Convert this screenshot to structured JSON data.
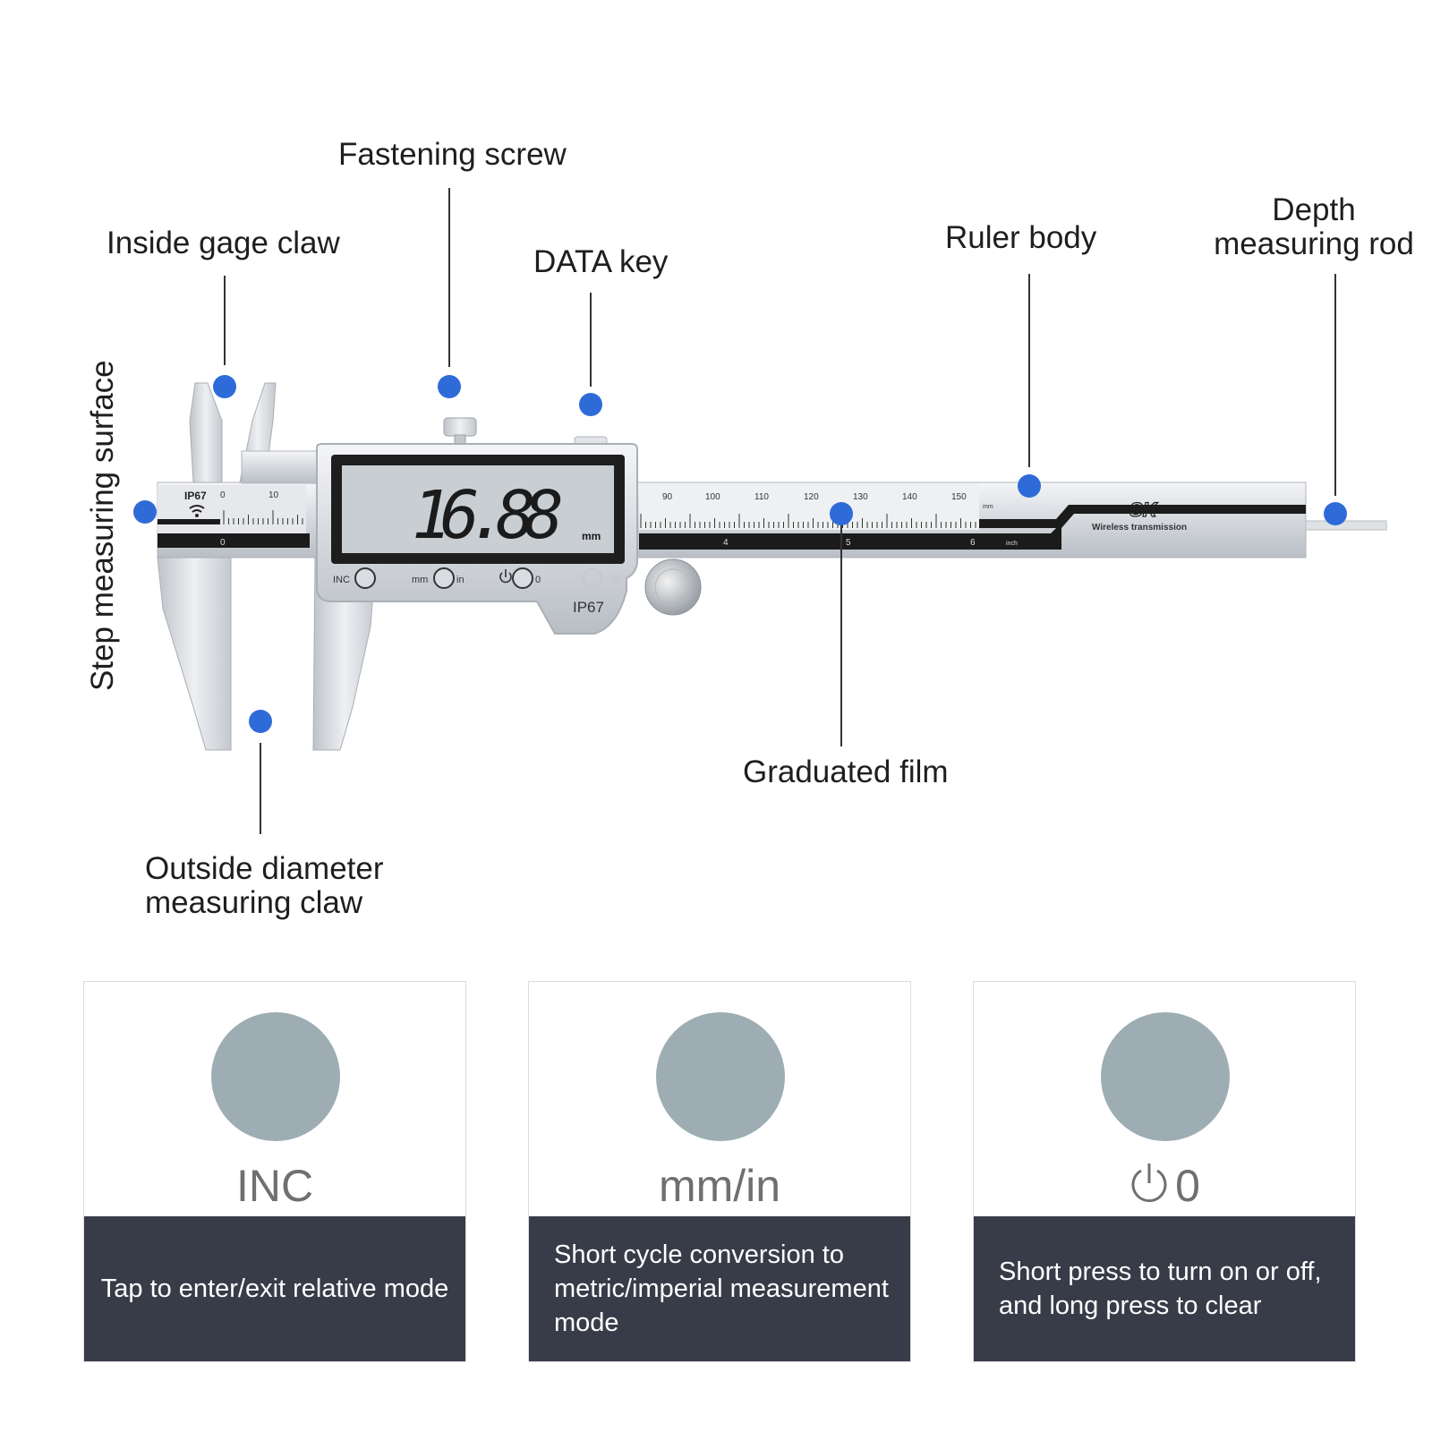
{
  "callouts": {
    "fastening_screw": "Fastening screw",
    "inside_gage_claw": "Inside gage claw",
    "data_key": "DATA key",
    "ruler_body": "Ruler body",
    "depth_rod_line1": "Depth",
    "depth_rod_line2": "measuring rod",
    "step_surface": "Step measuring surface",
    "graduated_film": "Graduated film",
    "outside_claw_line1": "Outside diameter",
    "outside_claw_line2": "measuring claw"
  },
  "device": {
    "display_value": "16.88",
    "display_unit": "mm",
    "ip_rating": "IP67",
    "brand": "SK",
    "wireless_text": "Wireless transmission",
    "button_labels": {
      "inc": "INC",
      "mm": "mm",
      "in": "in",
      "zero": "0"
    },
    "scale_numbers": [
      "0",
      "10",
      "90",
      "100",
      "110",
      "120",
      "130",
      "140",
      "150"
    ],
    "scale_unit": "mm",
    "inch_numbers": [
      "0",
      "4",
      "5",
      "6"
    ],
    "inch_unit": "inch"
  },
  "colors": {
    "dot": "#2f6bd8",
    "card_circle": "#9dadb3",
    "card_desc_bg": "#383c49",
    "metal": "#d7dbe0",
    "lcd": "#c9ced2"
  },
  "cards": [
    {
      "icon": "",
      "label": "INC",
      "description": "Tap to enter/exit relative mode"
    },
    {
      "icon": "",
      "label": "mm/in",
      "description": "Short cycle conversion to metric/imperial measurement mode"
    },
    {
      "icon": "power-icon",
      "label": "0",
      "description": "Short press to turn on or off, and long press to clear"
    }
  ]
}
